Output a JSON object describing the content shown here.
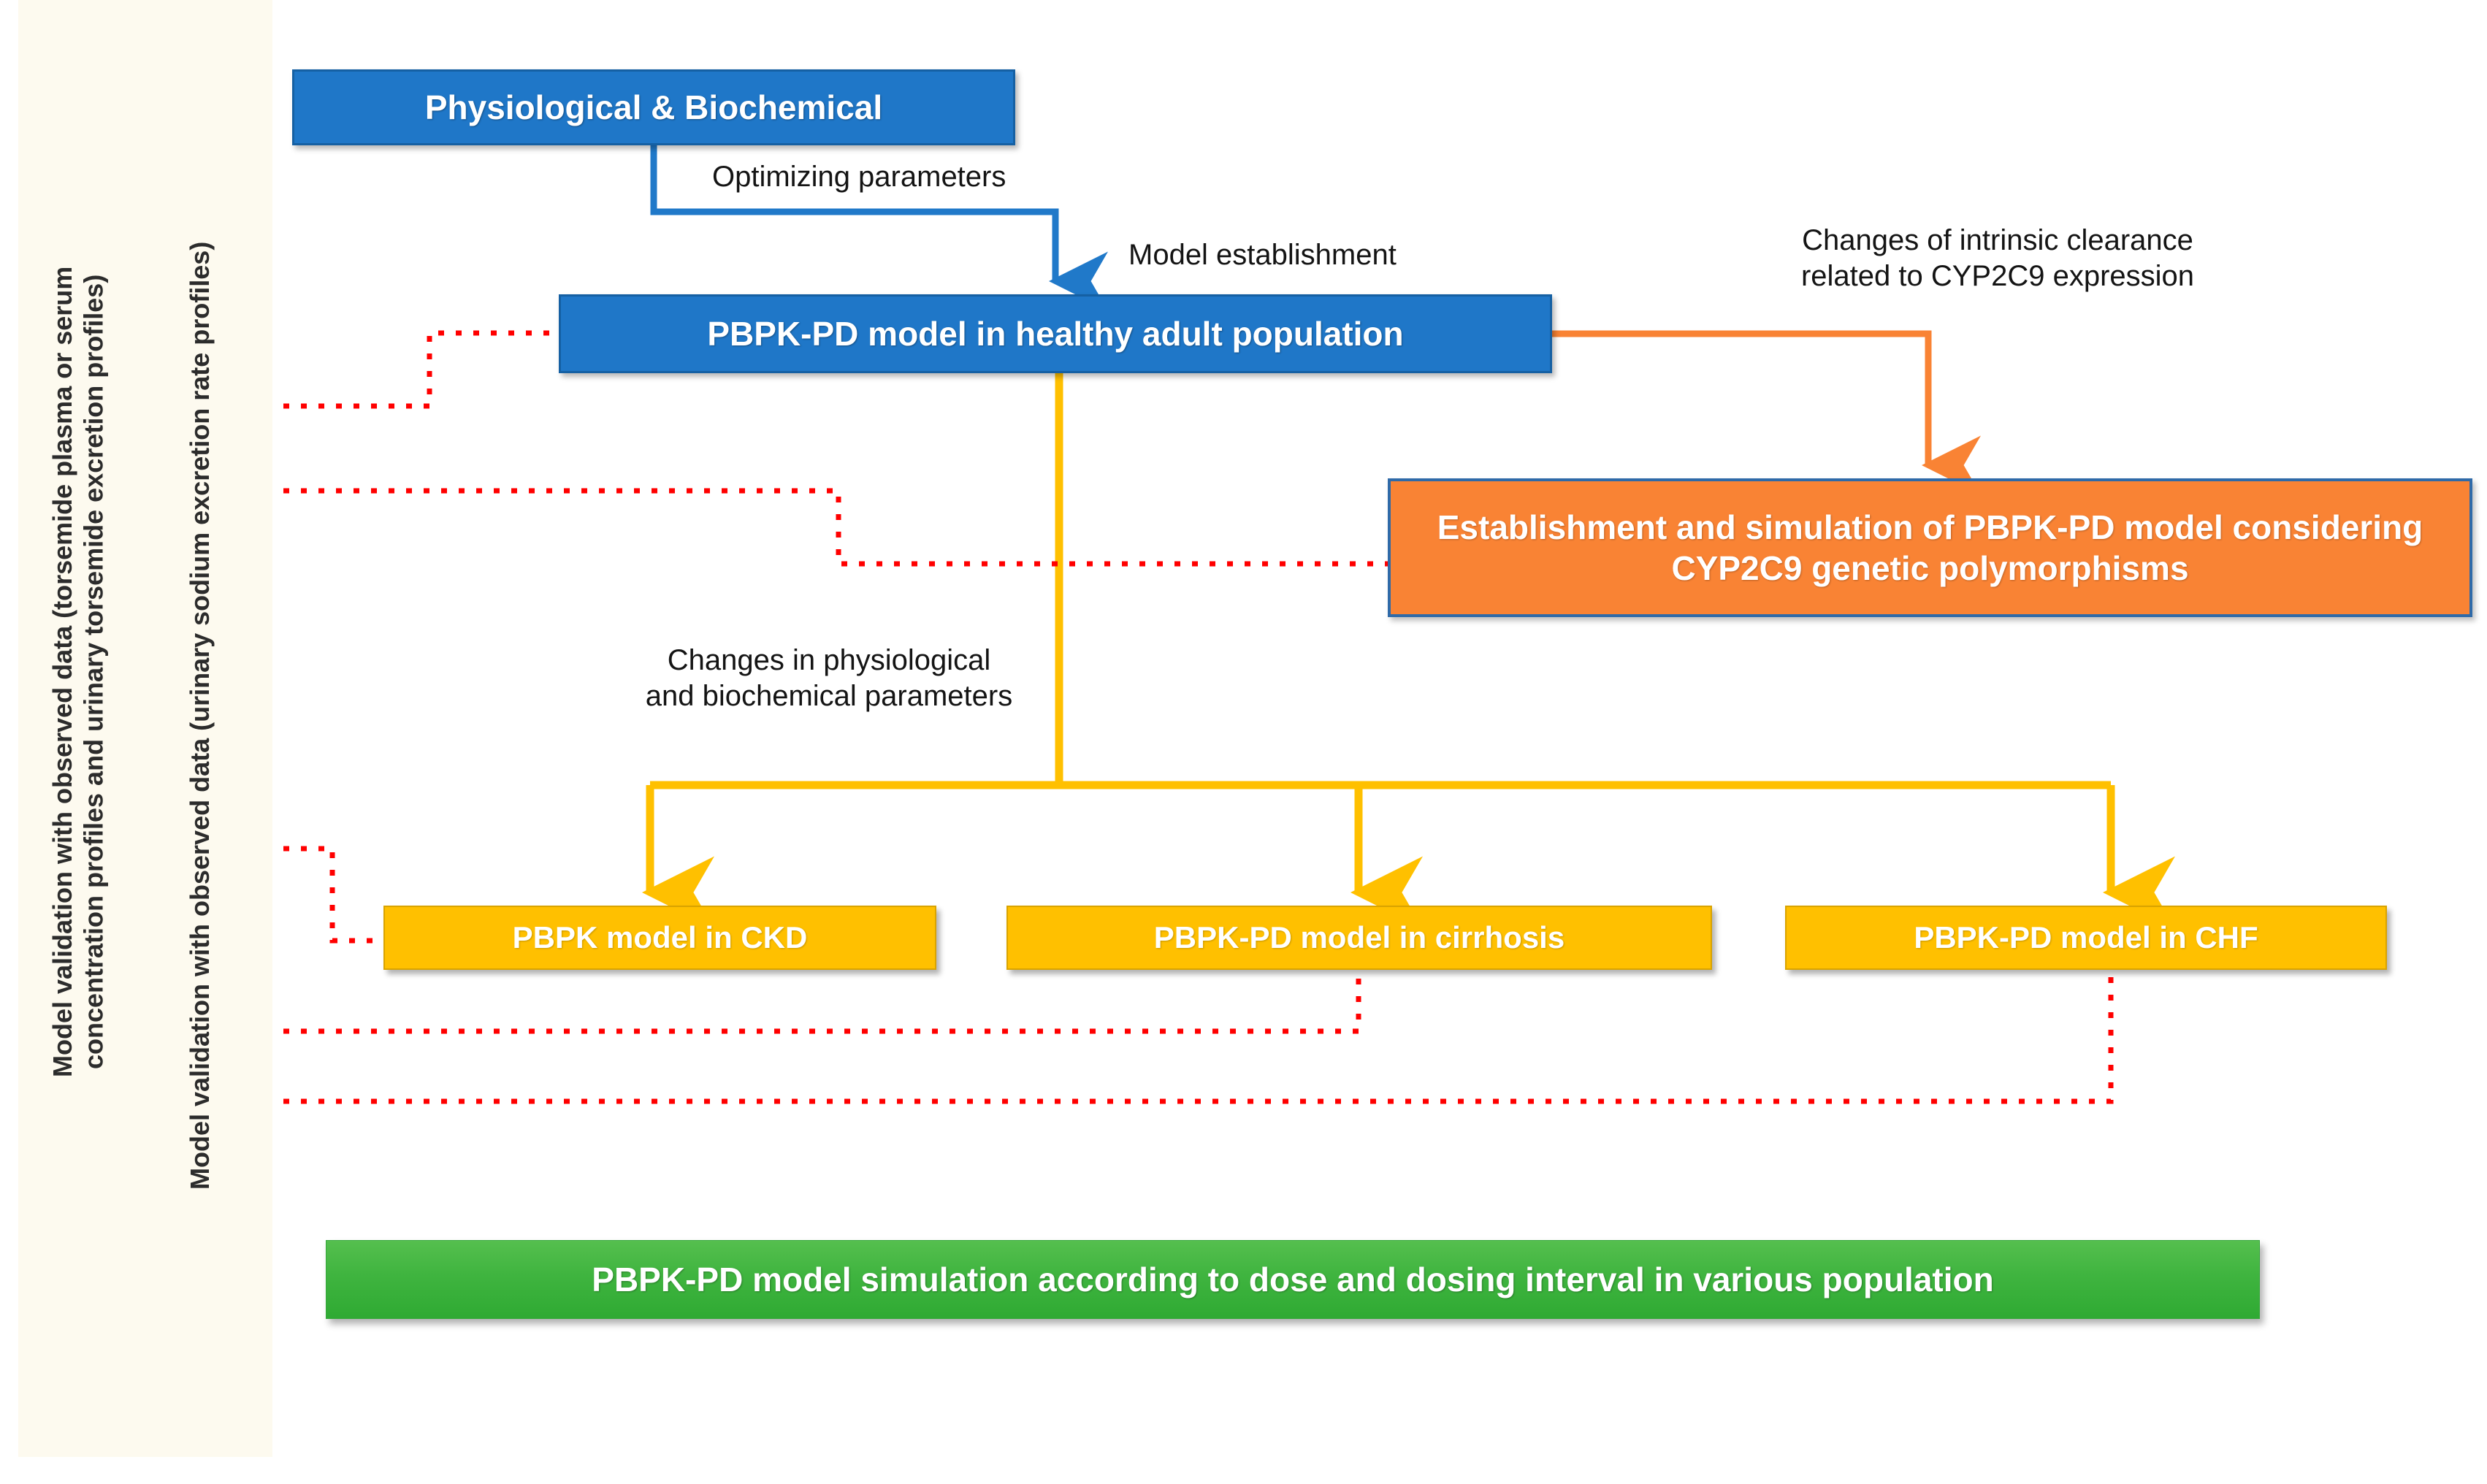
{
  "sidebar": {
    "label_left": "Model validation with observed data (torsemide plasma or serum\nconcentration profiles and urinary torsemide excretion profiles)",
    "label_right": "Model validation with observed data (urinary sodium excretion rate profiles)"
  },
  "boxes": {
    "physiological": "Physiological & Biochemical",
    "healthy": "PBPK-PD model in healthy adult population",
    "cyp2c9": "Establishment and simulation of PBPK-PD model\nconsidering CYP2C9 genetic polymorphisms",
    "ckd": "PBPK model in CKD",
    "cirrhosis": "PBPK-PD model in cirrhosis",
    "chf": "PBPK-PD model in CHF",
    "simulation": "PBPK-PD model simulation according to dose and dosing interval in various population"
  },
  "annotations": {
    "optimizing": "Optimizing parameters",
    "establishment": "Model establishment",
    "clearance": "Changes of intrinsic clearance\nrelated to CYP2C9 expression",
    "changes": "Changes in physiological\nand biochemical parameters"
  },
  "colors": {
    "blue": "#1F77C8",
    "blue_border": "#1560A3",
    "orange": "#F98334",
    "orange_border": "#2F6AA8",
    "yellow": "#FFC000",
    "green": "#3FB43F",
    "red_dotted": "#FF0000",
    "sidebar_bg": "#FDFAEF",
    "text_dark": "#141414"
  }
}
